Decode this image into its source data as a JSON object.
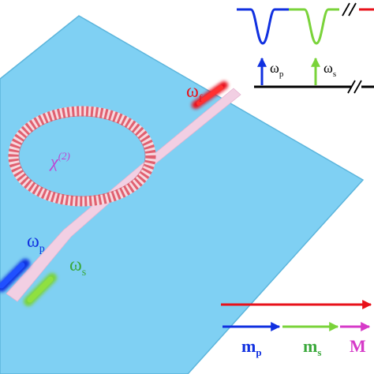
{
  "labels": {
    "omega": "ω",
    "f": "f",
    "p": "p",
    "s": "s",
    "chi": "χ",
    "chi_order": "(2)",
    "m": "m",
    "M": "M"
  },
  "colors": {
    "substrate": "#7fd0f3",
    "substrate_edge": "#5cb5dc",
    "waveguide": "#f2cfe3",
    "ring_dark": "#e06070",
    "ring_light": "#f7d8de",
    "fundamental": "#e8111a",
    "pump": "#1030e0",
    "signal": "#7ad33a",
    "sum_mode": "#d63ac8",
    "chi_label": "#c040d0",
    "axis": "#000000"
  },
  "icons": {
    "pump_resonance": "transmission-dip-icon",
    "signal_resonance": "transmission-dip-icon",
    "axis_break": "axis-break-icon"
  }
}
